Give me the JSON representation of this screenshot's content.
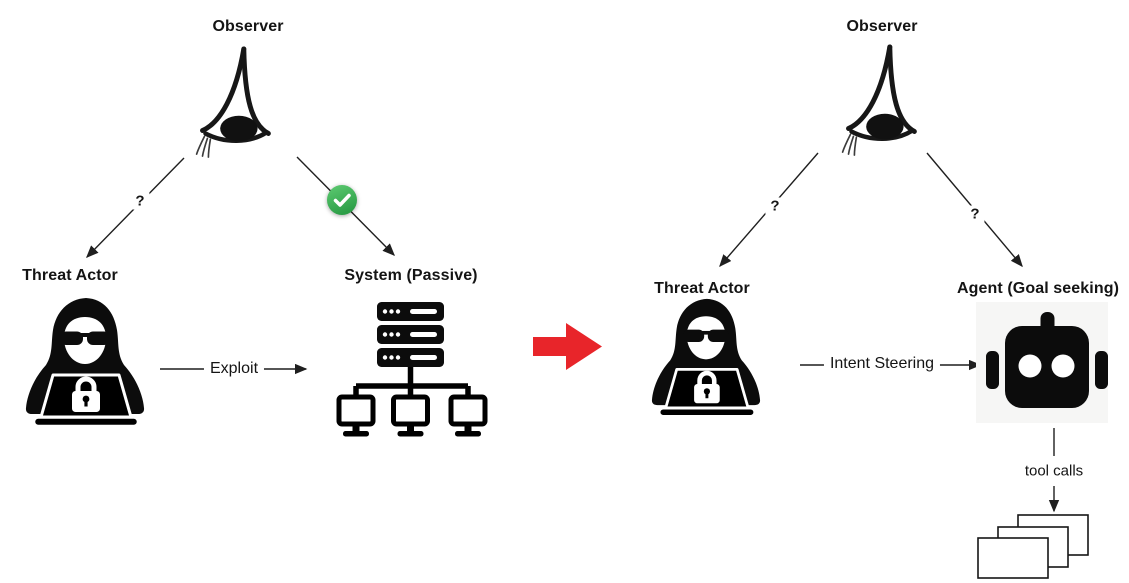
{
  "colors": {
    "ink": "#141414",
    "line": "#1f1f1f",
    "arrow_red": "#e8252a",
    "check_green": "#45bb5d",
    "check_green_dark": "#2c9e47",
    "agent_bg": "#f6f6f5"
  },
  "left_scenario": {
    "observer": {
      "label": "Observer",
      "icon": "eye-icon"
    },
    "threat_actor": {
      "label": "Threat Actor",
      "icon": "hacker-icon"
    },
    "system": {
      "label": "System (Passive)",
      "icon": "server-network-icon"
    },
    "edges": {
      "observer_to_threat_actor": {
        "label": "?"
      },
      "observer_to_system": {
        "badge": "check-badge-icon"
      },
      "threat_actor_to_system": {
        "label": "Exploit"
      }
    }
  },
  "transition": {
    "icon": "red-arrow-right-icon"
  },
  "right_scenario": {
    "observer": {
      "label": "Observer",
      "icon": "eye-icon"
    },
    "threat_actor": {
      "label": "Threat Actor",
      "icon": "hacker-icon"
    },
    "agent": {
      "label": "Agent (Goal seeking)",
      "icon": "robot-icon"
    },
    "edges": {
      "observer_to_threat_actor": {
        "label": "?"
      },
      "observer_to_agent": {
        "label": "?"
      },
      "threat_actor_to_agent": {
        "label": "Intent Steering"
      },
      "agent_to_tools": {
        "label": "tool calls"
      }
    },
    "tool_output": {
      "icon": "stacked-cards-icon",
      "card_count": 3
    }
  }
}
